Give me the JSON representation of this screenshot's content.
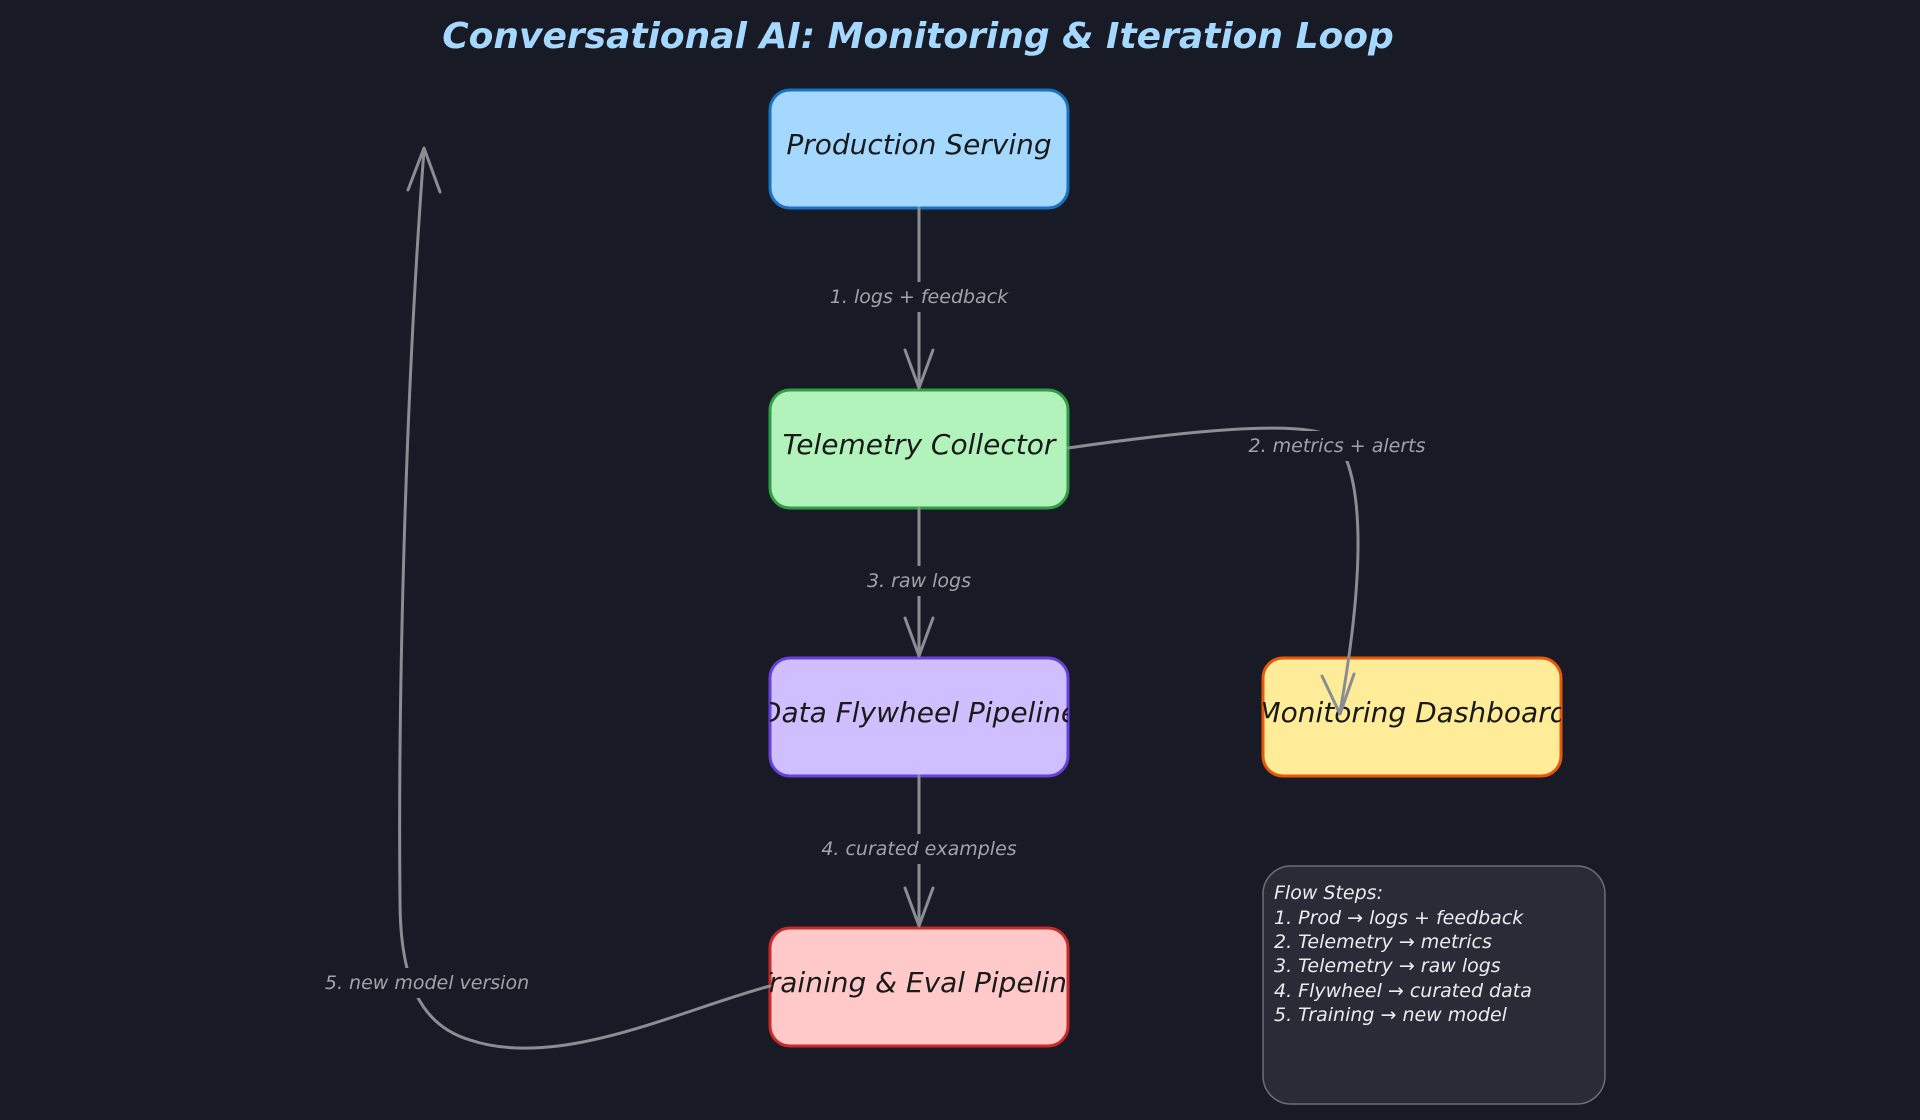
{
  "title": "Conversational AI: Monitoring & Iteration Loop",
  "colors": {
    "background": "#181a26",
    "title": "#a5d8ff",
    "arrow": "#8a8d94",
    "edge_label": "#a0a3aa",
    "node_text": "#1a1a1a",
    "legend_text": "#e9ecef",
    "legend_fill": "#2a2b36",
    "legend_stroke": "#6b6d76"
  },
  "nodes": {
    "production": {
      "label": "Production Serving",
      "fill": "#a5d8ff",
      "stroke": "#1971c2"
    },
    "telemetry": {
      "label": "Telemetry Collector",
      "fill": "#b2f2bb",
      "stroke": "#2f9e44"
    },
    "flywheel": {
      "label": "Data Flywheel Pipeline",
      "fill": "#d0bfff",
      "stroke": "#6741d9"
    },
    "monitoring": {
      "label": "Monitoring Dashboard",
      "fill": "#ffec99",
      "stroke": "#e8590c"
    },
    "training": {
      "label": "Training & Eval Pipeline",
      "fill": "#ffc9c9",
      "stroke": "#c92a2a"
    }
  },
  "edges": {
    "logs_feedback": "1. logs + feedback",
    "metrics_alerts": "2. metrics + alerts",
    "raw_logs": "3. raw logs",
    "curated_examples": "4. curated examples",
    "new_model_version": "5. new model version"
  },
  "legend": {
    "title": "Flow Steps:",
    "items": [
      "1. Prod → logs + feedback",
      "2. Telemetry → metrics",
      "3. Telemetry → raw logs",
      "4. Flywheel → curated data",
      "5. Training → new model"
    ]
  }
}
